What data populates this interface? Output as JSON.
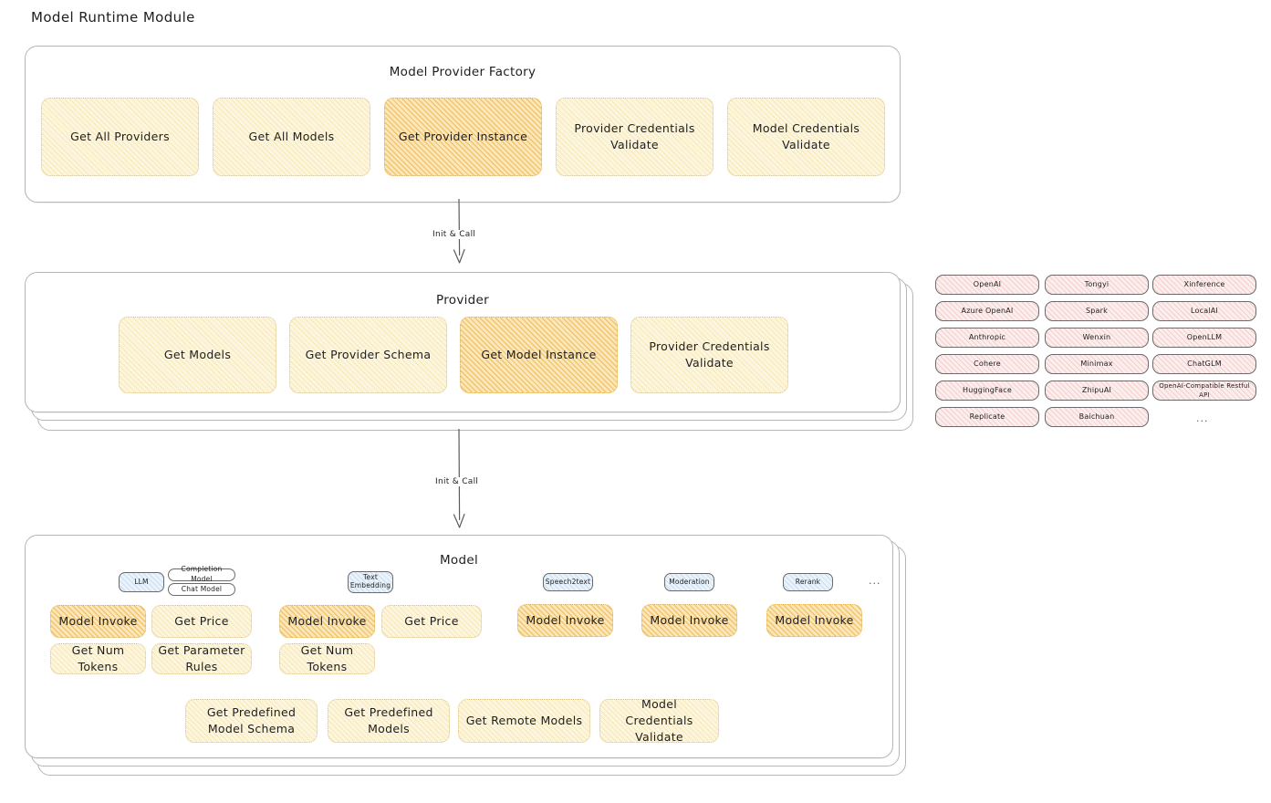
{
  "title": "Model Runtime Module",
  "arrows": [
    {
      "label": "Init & Call"
    },
    {
      "label": "Init & Call"
    }
  ],
  "factory": {
    "title": "Model Provider Factory",
    "nodes": [
      {
        "label": "Get All Providers",
        "highlight": false
      },
      {
        "label": "Get All Models",
        "highlight": false
      },
      {
        "label": "Get Provider Instance",
        "highlight": true
      },
      {
        "label": "Provider Credentials Validate",
        "highlight": false
      },
      {
        "label": "Model Credentials Validate",
        "highlight": false
      }
    ]
  },
  "provider": {
    "title": "Provider",
    "nodes": [
      {
        "label": "Get Models",
        "highlight": false
      },
      {
        "label": "Get Provider Schema",
        "highlight": false
      },
      {
        "label": "Get Model Instance",
        "highlight": true
      },
      {
        "label": "Provider Credentials Validate",
        "highlight": false
      }
    ]
  },
  "provider_list": {
    "columns": [
      [
        "OpenAI",
        "Azure OpenAI",
        "Anthropic",
        "Cohere",
        "HuggingFace",
        "Replicate"
      ],
      [
        "Tongyi",
        "Spark",
        "Wenxin",
        "Minimax",
        "ZhipuAI",
        "Baichuan"
      ],
      [
        "Xinference",
        "LocalAI",
        "OpenLLM",
        "ChatGLM",
        "OpenAI-Compatible Restful API"
      ]
    ],
    "more": "..."
  },
  "model": {
    "title": "Model",
    "more": "...",
    "types": [
      {
        "name": "LLM",
        "sub": [
          "Completion Model",
          "Chat Model"
        ]
      },
      {
        "name": "Text Embedding",
        "sub": []
      },
      {
        "name": "Speech2text",
        "sub": []
      },
      {
        "name": "Moderation",
        "sub": []
      },
      {
        "name": "Rerank",
        "sub": []
      }
    ],
    "groups": [
      {
        "nodes": [
          {
            "label": "Model Invoke",
            "highlight": true
          },
          {
            "label": "Get Price",
            "highlight": false
          },
          {
            "label": "Get Num Tokens",
            "highlight": false
          },
          {
            "label": "Get Parameter Rules",
            "highlight": false
          }
        ]
      },
      {
        "nodes": [
          {
            "label": "Model Invoke",
            "highlight": true
          },
          {
            "label": "Get Price",
            "highlight": false
          },
          {
            "label": "Get Num Tokens",
            "highlight": false
          }
        ]
      },
      {
        "nodes": [
          {
            "label": "Model Invoke",
            "highlight": true
          }
        ]
      },
      {
        "nodes": [
          {
            "label": "Model Invoke",
            "highlight": true
          }
        ]
      },
      {
        "nodes": [
          {
            "label": "Model Invoke",
            "highlight": true
          }
        ]
      }
    ],
    "common": [
      {
        "label": "Get Predefined Model Schema"
      },
      {
        "label": "Get Predefined Models"
      },
      {
        "label": "Get Remote Models"
      },
      {
        "label": "Model Credentials Validate"
      }
    ]
  },
  "colors": {
    "highlight": "#fbe7bb",
    "light": "#fdf6df",
    "provider_chip": "#fdeeee",
    "model_type_chip": "#eaf3fb",
    "stroke": "#b6b6b6"
  }
}
